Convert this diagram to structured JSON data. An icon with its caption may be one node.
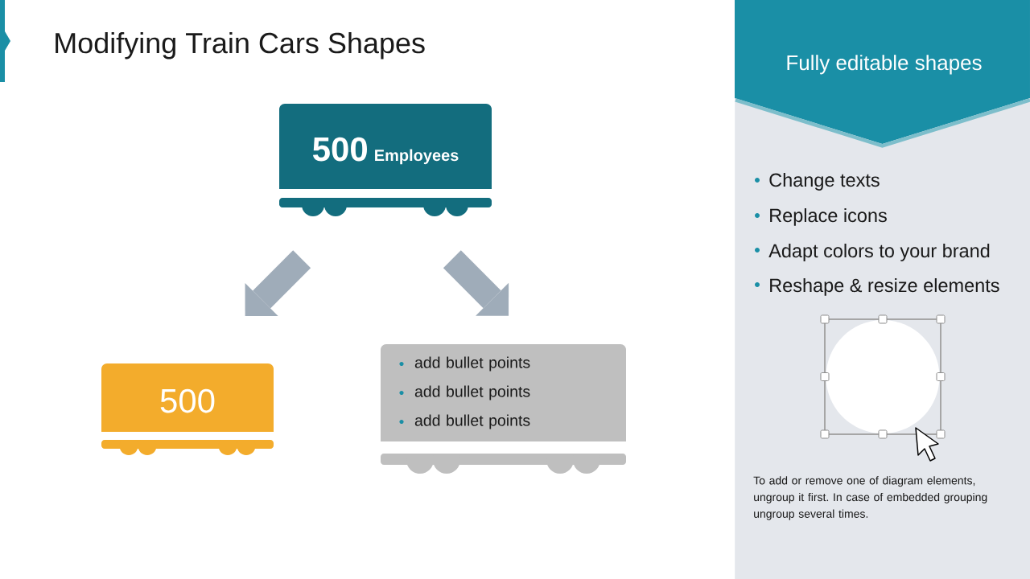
{
  "diagram": {
    "title": "Modifying Train Cars Shapes",
    "nodes": [
      {
        "text": [
          "500",
          "Employees"
        ]
      },
      {
        "text": [
          "500"
        ]
      },
      {
        "text": [
          "add bullet points",
          "add bullet points",
          "add bullet points"
        ]
      },
      {
        "text": [
          "Change texts",
          "Replace icons",
          "Adapt colors to your brand",
          "Reshape & resize elements",
          "To add or remove one of diagram elements, ungroup it first. In case of embedded grouping ungroup several times."
        ]
      },
      {
        "text": [
          "Fully editable shapes"
        ],
        "in": 3
      }
    ],
    "edges": [
      {
        "from": 0,
        "to": 1,
        "arrow": "to"
      },
      {
        "from": 0,
        "to": 2,
        "arrow": "to"
      }
    ]
  }
}
